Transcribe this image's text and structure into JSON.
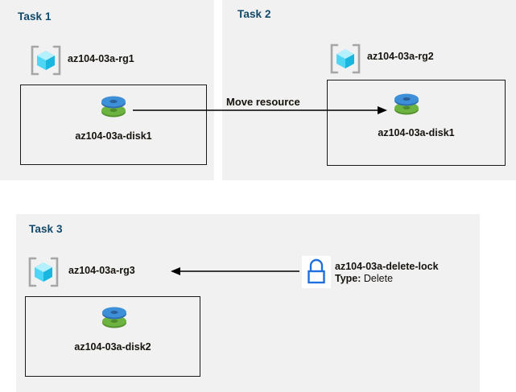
{
  "diagram": {
    "title": "Azure resource group tasks diagram",
    "background_color": "#ffffff",
    "panel_color": "#f1f1f1",
    "title_color": "#10496b",
    "text_color": "#16120d"
  },
  "panels": [
    {
      "id": "task1",
      "title": "Task 1",
      "resource_group": {
        "icon": "resource-group-icon",
        "label": "az104-03a-rg1"
      },
      "resource": {
        "icon": "disk-icon",
        "label": "az104-03a-disk1"
      }
    },
    {
      "id": "task2",
      "title": "Task 2",
      "resource_group": {
        "icon": "resource-group-icon",
        "label": "az104-03a-rg2"
      },
      "resource": {
        "icon": "disk-icon",
        "label": "az104-03a-disk1"
      }
    },
    {
      "id": "task3",
      "title": "Task 3",
      "resource_group": {
        "icon": "resource-group-icon",
        "label": "az104-03a-rg3"
      },
      "resource": {
        "icon": "disk-icon",
        "label": "az104-03a-disk2"
      },
      "lock": {
        "icon": "lock-icon",
        "name": "az104-03a-delete-lock",
        "type_key": "Type:",
        "type_value": "Delete"
      }
    }
  ],
  "connectors": {
    "move_resource_label": "Move resource"
  },
  "colors": {
    "cube_light": "#8fe8fb",
    "cube_mid": "#38cdf2",
    "cube_dark": "#19b6e0",
    "bracket": "#a6a6a6",
    "disk_blue": "#3d8fd8",
    "disk_blue_dark": "#2f6fb0",
    "disk_green": "#6cb33f",
    "disk_green_dark": "#55922f",
    "lock_blue": "#1f6fe0",
    "arrow_black": "#000000"
  }
}
